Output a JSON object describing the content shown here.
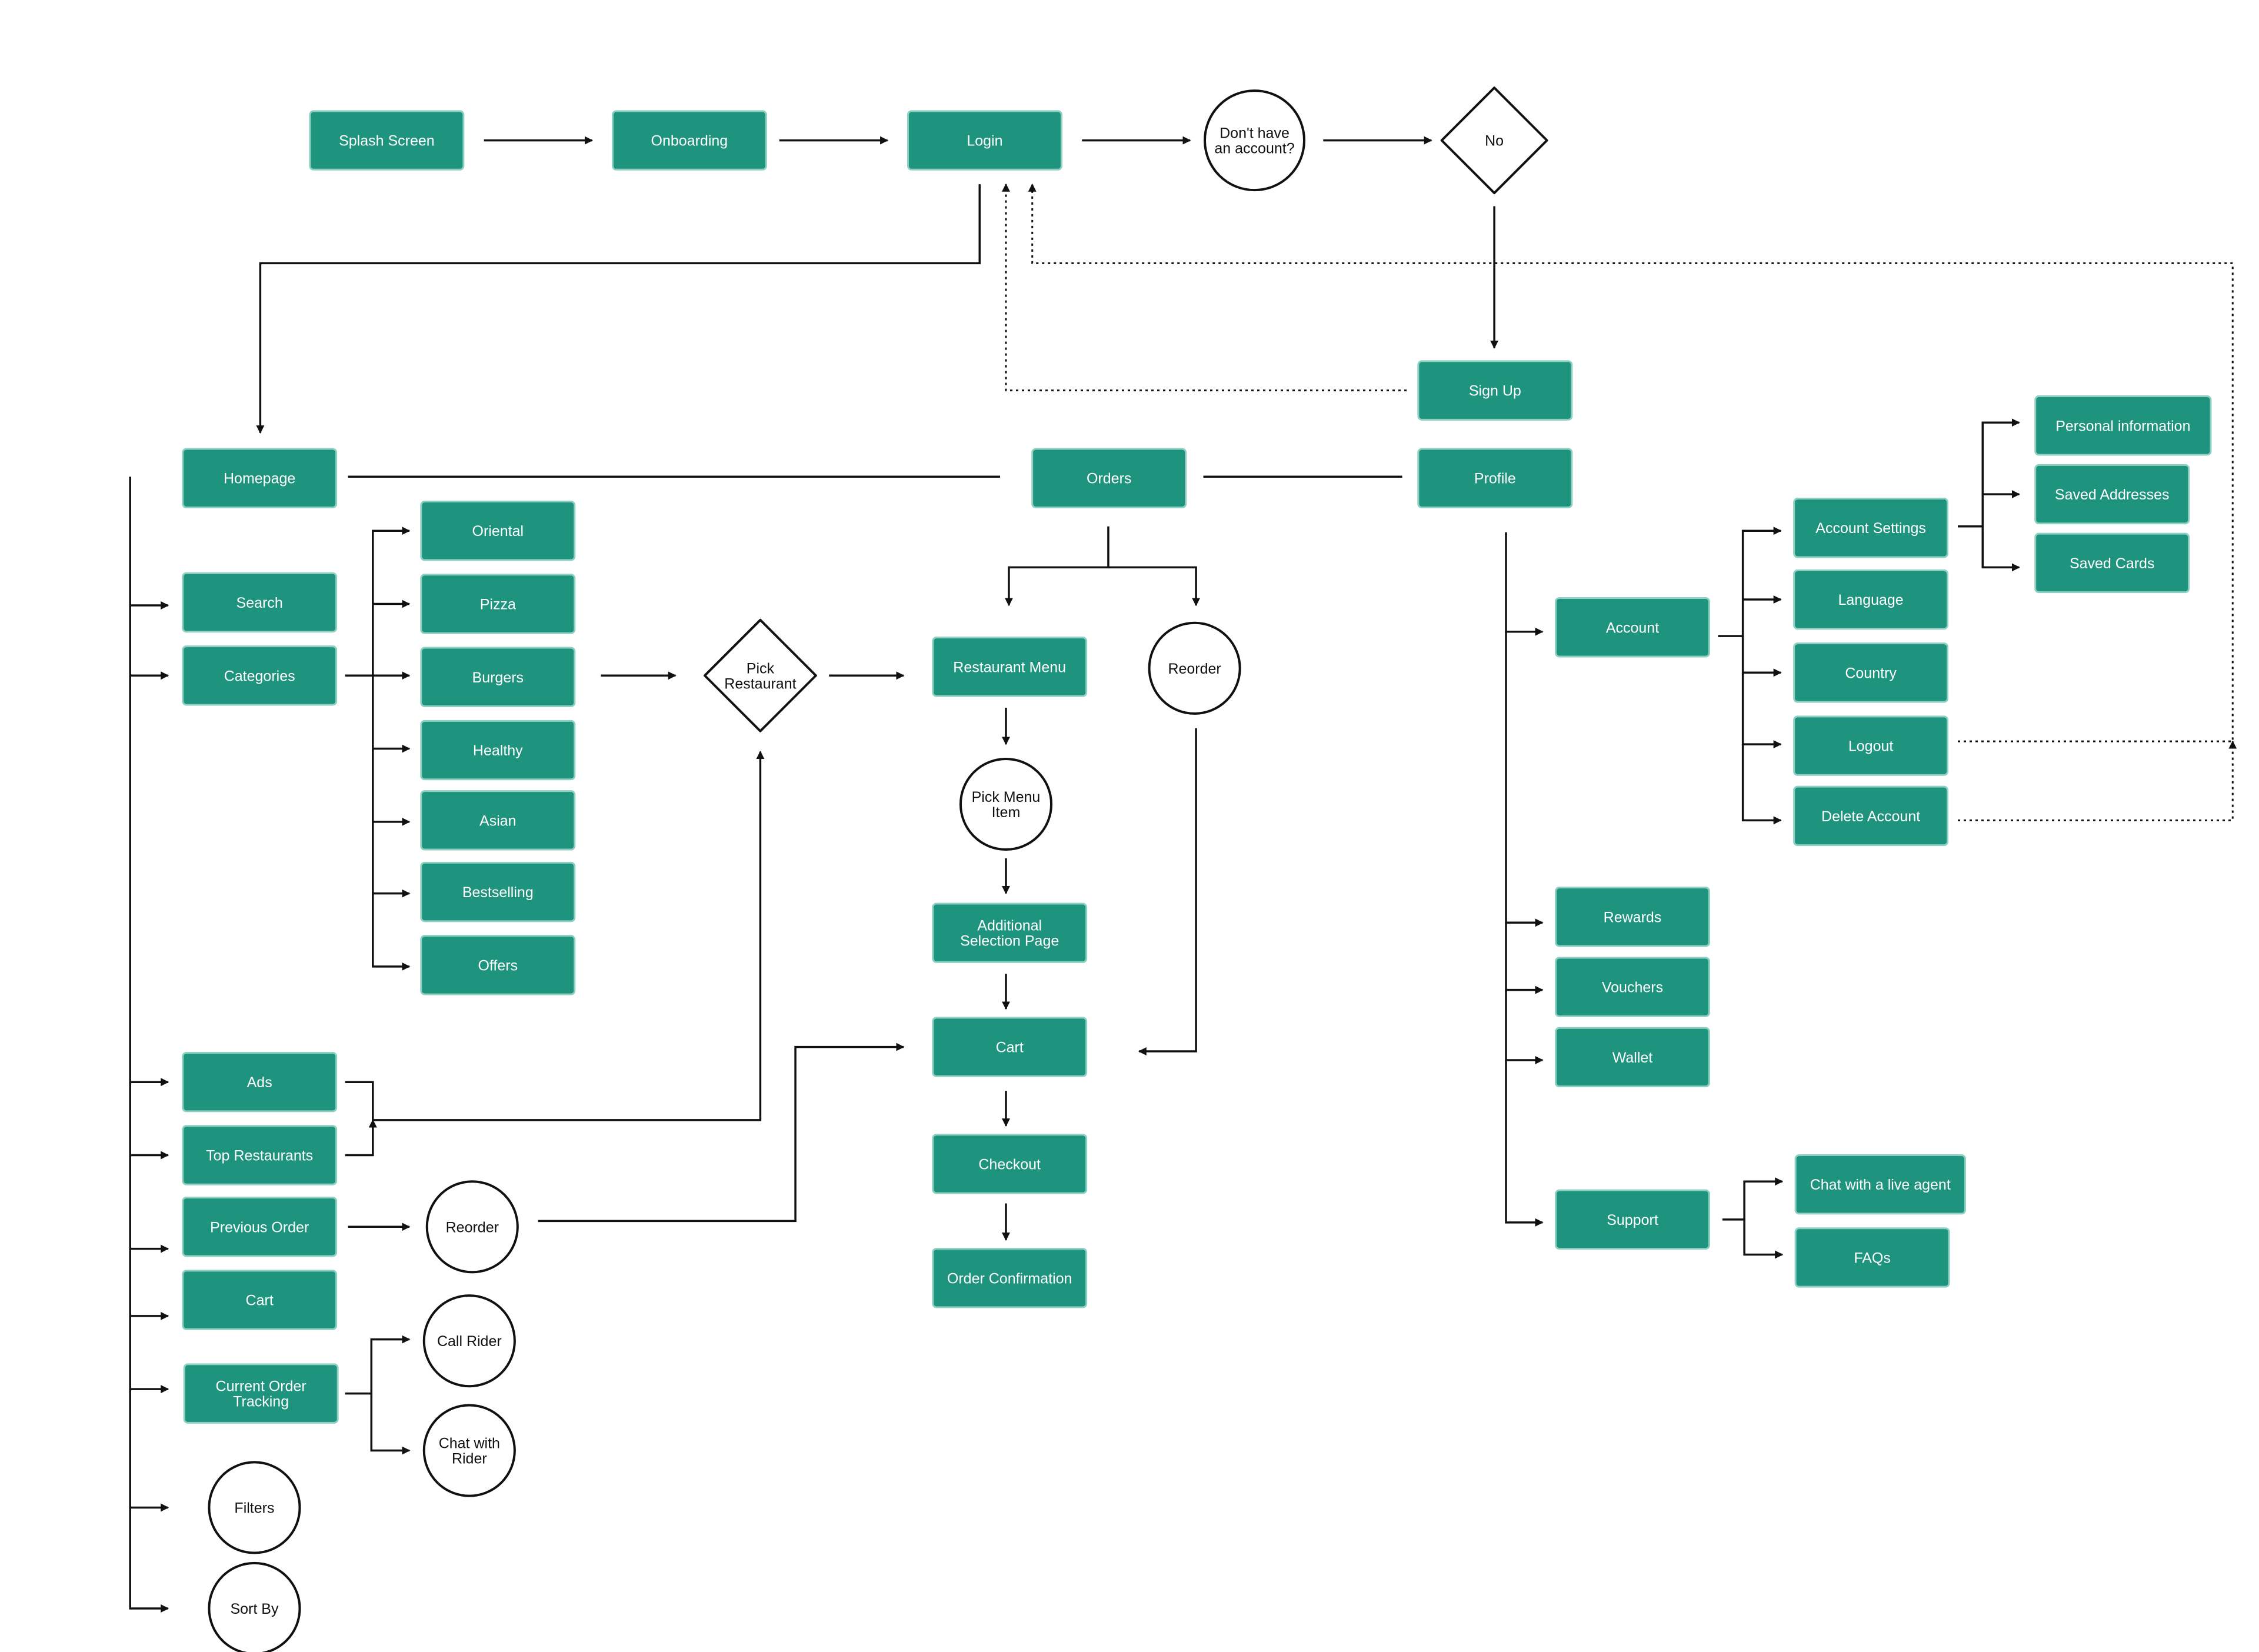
{
  "diagram": {
    "type": "user-flow",
    "colors": {
      "box_fill": "#1e937d",
      "box_text": "#ffffff",
      "line": "#111111",
      "background": "#ffffff"
    },
    "nodes": [
      {
        "id": "splash",
        "shape": "box",
        "label": "Splash Screen"
      },
      {
        "id": "onboarding",
        "shape": "box",
        "label": "Onboarding"
      },
      {
        "id": "login",
        "shape": "box",
        "label": "Login"
      },
      {
        "id": "no_account",
        "shape": "circle",
        "label": "Don't have\nan account?"
      },
      {
        "id": "no",
        "shape": "diamond",
        "label": "No"
      },
      {
        "id": "signup",
        "shape": "box",
        "label": "Sign Up"
      },
      {
        "id": "homepage",
        "shape": "box",
        "label": "Homepage"
      },
      {
        "id": "orders",
        "shape": "box",
        "label": "Orders"
      },
      {
        "id": "profile",
        "shape": "box",
        "label": "Profile"
      },
      {
        "id": "search",
        "shape": "box",
        "label": "Search"
      },
      {
        "id": "categories",
        "shape": "box",
        "label": "Categories"
      },
      {
        "id": "cat_oriental",
        "shape": "box",
        "label": "Oriental"
      },
      {
        "id": "cat_pizza",
        "shape": "box",
        "label": "Pizza"
      },
      {
        "id": "cat_burgers",
        "shape": "box",
        "label": "Burgers"
      },
      {
        "id": "cat_healthy",
        "shape": "box",
        "label": "Healthy"
      },
      {
        "id": "cat_asian",
        "shape": "box",
        "label": "Asian"
      },
      {
        "id": "cat_bestselling",
        "shape": "box",
        "label": "Bestselling"
      },
      {
        "id": "cat_offers",
        "shape": "box",
        "label": "Offers"
      },
      {
        "id": "pick_restaurant",
        "shape": "diamond",
        "label": "Pick\nRestaurant"
      },
      {
        "id": "restaurant_menu",
        "shape": "box",
        "label": "Restaurant Menu"
      },
      {
        "id": "reorder_orders",
        "shape": "circle",
        "label": "Reorder"
      },
      {
        "id": "pick_menu_item",
        "shape": "circle",
        "label": "Pick Menu\nItem"
      },
      {
        "id": "additional_selection",
        "shape": "box",
        "label": "Additional\nSelection Page"
      },
      {
        "id": "cart_main",
        "shape": "box",
        "label": "Cart"
      },
      {
        "id": "checkout",
        "shape": "box",
        "label": "Checkout"
      },
      {
        "id": "order_confirmation",
        "shape": "box",
        "label": "Order Confirmation"
      },
      {
        "id": "ads",
        "shape": "box",
        "label": "Ads"
      },
      {
        "id": "top_restaurants",
        "shape": "box",
        "label": "Top Restaurants"
      },
      {
        "id": "previous_order",
        "shape": "box",
        "label": "Previous Order"
      },
      {
        "id": "reorder_prev",
        "shape": "circle",
        "label": "Reorder"
      },
      {
        "id": "cart_home",
        "shape": "box",
        "label": "Cart"
      },
      {
        "id": "current_order_tracking",
        "shape": "box",
        "label": "Current Order\nTracking"
      },
      {
        "id": "call_rider",
        "shape": "circle",
        "label": "Call Rider"
      },
      {
        "id": "chat_rider",
        "shape": "circle",
        "label": "Chat with\nRider"
      },
      {
        "id": "filters",
        "shape": "circle",
        "label": "Filters"
      },
      {
        "id": "sort_by",
        "shape": "circle",
        "label": "Sort By"
      },
      {
        "id": "account",
        "shape": "box",
        "label": "Account"
      },
      {
        "id": "account_settings",
        "shape": "box",
        "label": "Account Settings"
      },
      {
        "id": "personal_info",
        "shape": "box",
        "label": "Personal information"
      },
      {
        "id": "saved_addresses",
        "shape": "box",
        "label": "Saved Addresses"
      },
      {
        "id": "saved_cards",
        "shape": "box",
        "label": "Saved Cards"
      },
      {
        "id": "language",
        "shape": "box",
        "label": "Language"
      },
      {
        "id": "country",
        "shape": "box",
        "label": "Country"
      },
      {
        "id": "logout",
        "shape": "box",
        "label": "Logout"
      },
      {
        "id": "delete_account",
        "shape": "box",
        "label": "Delete Account"
      },
      {
        "id": "rewards",
        "shape": "box",
        "label": "Rewards"
      },
      {
        "id": "vouchers",
        "shape": "box",
        "label": "Vouchers"
      },
      {
        "id": "wallet",
        "shape": "box",
        "label": "Wallet"
      },
      {
        "id": "support",
        "shape": "box",
        "label": "Support"
      },
      {
        "id": "chat_live_agent",
        "shape": "box",
        "label": "Chat with a live agent"
      },
      {
        "id": "faqs",
        "shape": "box",
        "label": "FAQs"
      }
    ],
    "edges": [
      {
        "from": "splash",
        "to": "onboarding",
        "style": "solid",
        "arrow": true
      },
      {
        "from": "onboarding",
        "to": "login",
        "style": "solid",
        "arrow": true
      },
      {
        "from": "login",
        "to": "no_account",
        "style": "solid",
        "arrow": true
      },
      {
        "from": "no_account",
        "to": "no",
        "style": "solid",
        "arrow": true
      },
      {
        "from": "no",
        "to": "signup",
        "style": "solid",
        "arrow": true
      },
      {
        "from": "signup",
        "to": "login",
        "style": "dotted",
        "arrow": true
      },
      {
        "from": "login",
        "to": "homepage",
        "style": "solid",
        "arrow": true
      },
      {
        "from": "homepage",
        "to": "orders",
        "style": "solid",
        "arrow": false
      },
      {
        "from": "orders",
        "to": "profile",
        "style": "solid",
        "arrow": false
      },
      {
        "from": "homepage",
        "to": "search",
        "style": "solid",
        "arrow": true
      },
      {
        "from": "homepage",
        "to": "categories",
        "style": "solid",
        "arrow": true
      },
      {
        "from": "homepage",
        "to": "ads",
        "style": "solid",
        "arrow": true
      },
      {
        "from": "homepage",
        "to": "top_restaurants",
        "style": "solid",
        "arrow": true
      },
      {
        "from": "homepage",
        "to": "previous_order",
        "style": "solid",
        "arrow": true
      },
      {
        "from": "homepage",
        "to": "cart_home",
        "style": "solid",
        "arrow": true
      },
      {
        "from": "homepage",
        "to": "current_order_tracking",
        "style": "solid",
        "arrow": true
      },
      {
        "from": "homepage",
        "to": "filters",
        "style": "solid",
        "arrow": true
      },
      {
        "from": "homepage",
        "to": "sort_by",
        "style": "solid",
        "arrow": true
      },
      {
        "from": "categories",
        "to": "cat_oriental",
        "style": "solid",
        "arrow": true
      },
      {
        "from": "categories",
        "to": "cat_pizza",
        "style": "solid",
        "arrow": true
      },
      {
        "from": "categories",
        "to": "cat_burgers",
        "style": "solid",
        "arrow": true
      },
      {
        "from": "categories",
        "to": "cat_healthy",
        "style": "solid",
        "arrow": true
      },
      {
        "from": "categories",
        "to": "cat_asian",
        "style": "solid",
        "arrow": true
      },
      {
        "from": "categories",
        "to": "cat_bestselling",
        "style": "solid",
        "arrow": true
      },
      {
        "from": "categories",
        "to": "cat_offers",
        "style": "solid",
        "arrow": true
      },
      {
        "from": "cat_burgers",
        "to": "pick_restaurant",
        "style": "solid",
        "arrow": true
      },
      {
        "from": "pick_restaurant",
        "to": "restaurant_menu",
        "style": "solid",
        "arrow": true
      },
      {
        "from": "ads",
        "to": "pick_restaurant",
        "style": "solid",
        "arrow": true
      },
      {
        "from": "top_restaurants",
        "to": "pick_restaurant",
        "style": "solid",
        "arrow": true
      },
      {
        "from": "orders",
        "to": "restaurant_menu",
        "style": "solid",
        "arrow": true
      },
      {
        "from": "orders",
        "to": "reorder_orders",
        "style": "solid",
        "arrow": true
      },
      {
        "from": "restaurant_menu",
        "to": "pick_menu_item",
        "style": "solid",
        "arrow": true
      },
      {
        "from": "pick_menu_item",
        "to": "additional_selection",
        "style": "solid",
        "arrow": true
      },
      {
        "from": "additional_selection",
        "to": "cart_main",
        "style": "solid",
        "arrow": true
      },
      {
        "from": "reorder_orders",
        "to": "cart_main",
        "style": "solid",
        "arrow": true
      },
      {
        "from": "cart_main",
        "to": "checkout",
        "style": "solid",
        "arrow": true
      },
      {
        "from": "checkout",
        "to": "order_confirmation",
        "style": "solid",
        "arrow": true
      },
      {
        "from": "previous_order",
        "to": "reorder_prev",
        "style": "solid",
        "arrow": true
      },
      {
        "from": "reorder_prev",
        "to": "cart_main",
        "style": "solid",
        "arrow": true
      },
      {
        "from": "current_order_tracking",
        "to": "call_rider",
        "style": "solid",
        "arrow": true
      },
      {
        "from": "current_order_tracking",
        "to": "chat_rider",
        "style": "solid",
        "arrow": true
      },
      {
        "from": "profile",
        "to": "account",
        "style": "solid",
        "arrow": true
      },
      {
        "from": "profile",
        "to": "rewards",
        "style": "solid",
        "arrow": true
      },
      {
        "from": "profile",
        "to": "vouchers",
        "style": "solid",
        "arrow": true
      },
      {
        "from": "profile",
        "to": "wallet",
        "style": "solid",
        "arrow": true
      },
      {
        "from": "profile",
        "to": "support",
        "style": "solid",
        "arrow": true
      },
      {
        "from": "account",
        "to": "account_settings",
        "style": "solid",
        "arrow": true
      },
      {
        "from": "account",
        "to": "language",
        "style": "solid",
        "arrow": true
      },
      {
        "from": "account",
        "to": "country",
        "style": "solid",
        "arrow": true
      },
      {
        "from": "account",
        "to": "logout",
        "style": "solid",
        "arrow": true
      },
      {
        "from": "account",
        "to": "delete_account",
        "style": "solid",
        "arrow": true
      },
      {
        "from": "account_settings",
        "to": "personal_info",
        "style": "solid",
        "arrow": true
      },
      {
        "from": "account_settings",
        "to": "saved_addresses",
        "style": "solid",
        "arrow": true
      },
      {
        "from": "account_settings",
        "to": "saved_cards",
        "style": "solid",
        "arrow": true
      },
      {
        "from": "logout",
        "to": "login",
        "style": "dotted",
        "arrow": true
      },
      {
        "from": "delete_account",
        "to": "login",
        "style": "dotted",
        "arrow": true
      },
      {
        "from": "support",
        "to": "chat_live_agent",
        "style": "solid",
        "arrow": true
      },
      {
        "from": "support",
        "to": "faqs",
        "style": "solid",
        "arrow": true
      }
    ]
  }
}
